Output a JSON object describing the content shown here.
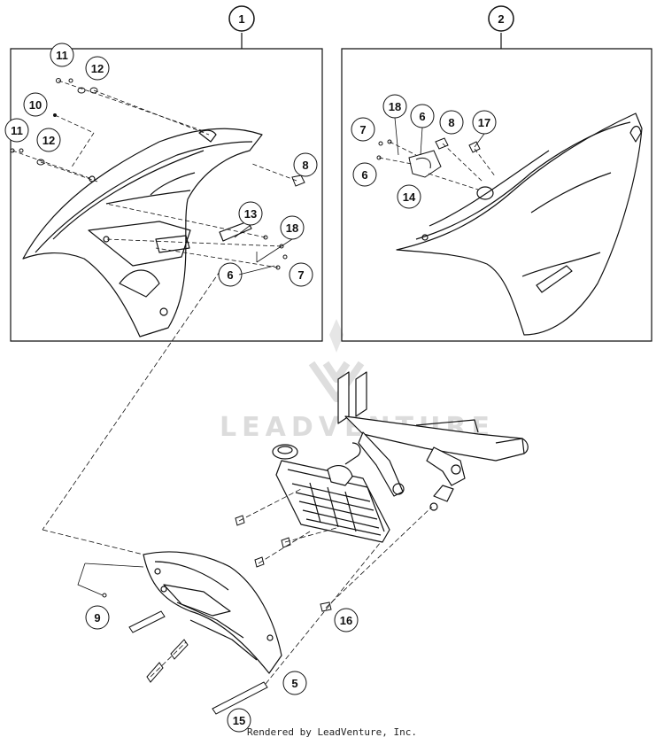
{
  "panels": [
    {
      "id": "left-panel",
      "label": "1"
    },
    {
      "id": "right-panel",
      "label": "2"
    }
  ],
  "callouts": {
    "c11a": "11",
    "c12a": "12",
    "c10": "10",
    "c11b": "11",
    "c12b": "12",
    "c8a": "8",
    "c13": "13",
    "c18a": "18",
    "c6a": "6",
    "c7a": "7",
    "c7b": "7",
    "c18b": "18",
    "c6b": "6",
    "c8b": "8",
    "c17": "17",
    "c6c": "6",
    "c14": "14",
    "c9": "9",
    "c16": "16",
    "c5": "5",
    "c15": "15"
  },
  "watermark": "LEADVENTURE",
  "footer": "Rendered by LeadVenture, Inc."
}
